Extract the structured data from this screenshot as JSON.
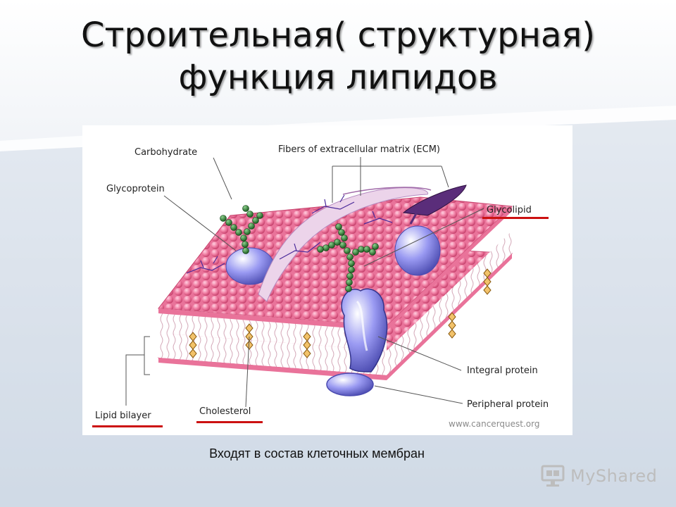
{
  "slide": {
    "title_line1": "Строительная( структурная)",
    "title_line2": "функция  липидов",
    "caption": "Входят в состав клеточных мембран"
  },
  "diagram": {
    "labels": {
      "carbohydrate": "Carbohydrate",
      "fibers": "Fibers of extracellular matrix (ECM)",
      "glycoprotein": "Glycoprotein",
      "glycolipid": "Glycolipid",
      "integral_protein": "Integral protein",
      "peripheral_protein": "Peripheral protein",
      "lipid_bilayer": "Lipid bilayer",
      "cholesterol": "Cholesterol"
    },
    "watermark": "www.cancerquest.org",
    "colors": {
      "lipid_head": "#f07ea3",
      "protein": "#8f8ff0",
      "carbohydrate": "#2e7d32",
      "fiber": "#e8cbe6",
      "underline": "#cc1111"
    }
  },
  "branding": {
    "logo_text": "MyShared",
    "logo_icon": "monitor-icon"
  }
}
